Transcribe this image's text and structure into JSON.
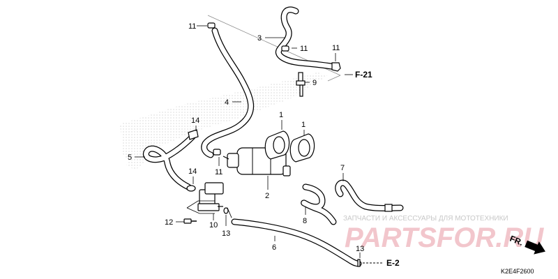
{
  "diagram": {
    "callouts": [
      "1",
      "1",
      "2",
      "3",
      "4",
      "5",
      "6",
      "7",
      "8",
      "9",
      "10",
      "11",
      "11",
      "11",
      "11",
      "12",
      "13",
      "13",
      "14",
      "14"
    ],
    "refs": [
      "F-21",
      "E-2"
    ],
    "front_label": "FR.",
    "diagram_code": "K2E4F2600"
  },
  "watermark": {
    "line1": "ЗАПЧАСТИ И АКСЕССУАРЫ ДЛЯ МОТОТЕХНИКИ",
    "line2": "PARTSFOR.RU"
  },
  "colors": {
    "line": "#000000",
    "watermark_text": "#c8c8c8",
    "watermark_logo": "#f2c6cc",
    "hatch": "#d0d0d0"
  }
}
